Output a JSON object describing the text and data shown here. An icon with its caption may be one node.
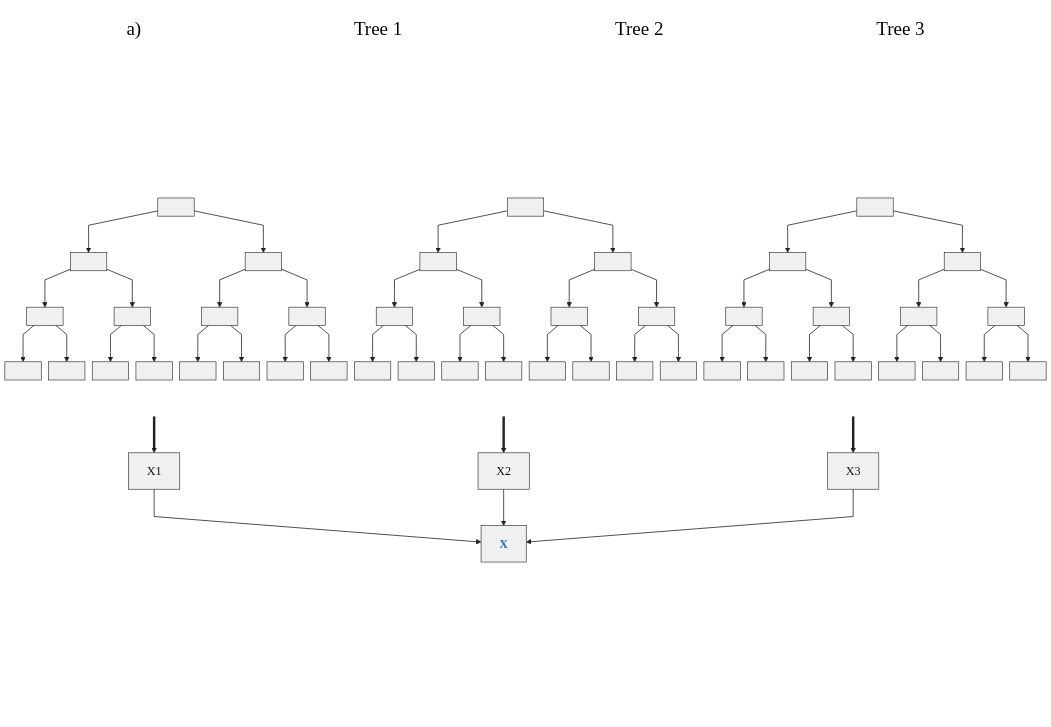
{
  "diagram": {
    "nodes": [
      {
        "text": [],
        "shape": "box"
      },
      {
        "text": [],
        "shape": "box"
      },
      {
        "text": [],
        "shape": "box"
      },
      {
        "text": [],
        "shape": "box"
      },
      {
        "text": [],
        "shape": "box"
      },
      {
        "text": [],
        "shape": "box"
      },
      {
        "text": [],
        "shape": "box"
      },
      {
        "text": [],
        "shape": "box"
      },
      {
        "text": [],
        "shape": "box"
      },
      {
        "text": [],
        "shape": "box"
      },
      {
        "text": [],
        "shape": "box"
      },
      {
        "text": [],
        "shape": "box"
      },
      {
        "text": [],
        "shape": "box"
      },
      {
        "text": [],
        "shape": "box"
      },
      {
        "text": [],
        "shape": "box"
      },
      {
        "text": [],
        "shape": "box"
      },
      {
        "text": [],
        "shape": "box"
      },
      {
        "text": [],
        "shape": "box"
      },
      {
        "text": [],
        "shape": "box"
      },
      {
        "text": [],
        "shape": "box"
      },
      {
        "text": [],
        "shape": "box"
      },
      {
        "text": [],
        "shape": "box"
      },
      {
        "text": [],
        "shape": "box"
      },
      {
        "text": [],
        "shape": "box"
      },
      {
        "text": [],
        "shape": "box"
      },
      {
        "text": [],
        "shape": "box"
      },
      {
        "text": [],
        "shape": "box"
      },
      {
        "text": [],
        "shape": "box"
      },
      {
        "text": [],
        "shape": "box"
      },
      {
        "text": [],
        "shape": "box"
      },
      {
        "text": [],
        "shape": "box"
      },
      {
        "text": [],
        "shape": "box"
      },
      {
        "text": [],
        "shape": "box"
      },
      {
        "text": [],
        "shape": "box"
      },
      {
        "text": [],
        "shape": "box"
      },
      {
        "text": [],
        "shape": "box"
      },
      {
        "text": [],
        "shape": "box"
      },
      {
        "text": [],
        "shape": "box"
      },
      {
        "text": [],
        "shape": "box"
      },
      {
        "text": [],
        "shape": "box"
      },
      {
        "text": [],
        "shape": "box"
      },
      {
        "text": [],
        "shape": "box"
      },
      {
        "text": [],
        "shape": "box"
      },
      {
        "text": [],
        "shape": "box"
      },
      {
        "text": [],
        "shape": "box"
      },
      {
        "text": [
          "X1"
        ]
      },
      {
        "text": [
          "X2"
        ]
      },
      {
        "text": [
          "X3"
        ]
      },
      {
        "text": [
          "X"
        ]
      }
    ],
    "edges": [
      {
        "from": 0,
        "to": 1,
        "arrow": "to"
      },
      {
        "from": 0,
        "to": 2,
        "arrow": "to"
      },
      {
        "from": 1,
        "to": 3,
        "arrow": "to"
      },
      {
        "from": 1,
        "to": 4,
        "arrow": "to"
      },
      {
        "from": 2,
        "to": 5,
        "arrow": "to"
      },
      {
        "from": 2,
        "to": 6,
        "arrow": "to"
      },
      {
        "from": 3,
        "to": 7,
        "arrow": "to"
      },
      {
        "from": 3,
        "to": 8,
        "arrow": "to"
      },
      {
        "from": 4,
        "to": 9,
        "arrow": "to"
      },
      {
        "from": 4,
        "to": 10,
        "arrow": "to"
      },
      {
        "from": 5,
        "to": 11,
        "arrow": "to"
      },
      {
        "from": 5,
        "to": 12,
        "arrow": "to"
      },
      {
        "from": 6,
        "to": 13,
        "arrow": "to"
      },
      {
        "from": 6,
        "to": 14,
        "arrow": "to"
      },
      {
        "from": 15,
        "to": 16,
        "arrow": "to"
      },
      {
        "from": 15,
        "to": 17,
        "arrow": "to"
      },
      {
        "from": 16,
        "to": 18,
        "arrow": "to"
      },
      {
        "from": 16,
        "to": 19,
        "arrow": "to"
      },
      {
        "from": 17,
        "to": 20,
        "arrow": "to"
      },
      {
        "from": 17,
        "to": 21,
        "arrow": "to"
      },
      {
        "from": 18,
        "to": 22,
        "arrow": "to"
      },
      {
        "from": 18,
        "to": 23,
        "arrow": "to"
      },
      {
        "from": 19,
        "to": 24,
        "arrow": "to"
      },
      {
        "from": 19,
        "to": 25,
        "arrow": "to"
      },
      {
        "from": 20,
        "to": 26,
        "arrow": "to"
      },
      {
        "from": 20,
        "to": 27,
        "arrow": "to"
      },
      {
        "from": 21,
        "to": 28,
        "arrow": "to"
      },
      {
        "from": 21,
        "to": 29,
        "arrow": "to"
      },
      {
        "from": 30,
        "to": 31,
        "arrow": "to"
      },
      {
        "from": 30,
        "to": 32,
        "arrow": "to"
      },
      {
        "from": 31,
        "to": 33,
        "arrow": "to"
      },
      {
        "from": 31,
        "to": 34,
        "arrow": "to"
      },
      {
        "from": 32,
        "to": 35,
        "arrow": "to"
      },
      {
        "from": 32,
        "to": 36,
        "arrow": "to"
      },
      {
        "from": 33,
        "to": 37,
        "arrow": "to"
      },
      {
        "from": 33,
        "to": 38,
        "arrow": "to"
      },
      {
        "from": 34,
        "to": 39,
        "arrow": "to"
      },
      {
        "from": 34,
        "to": 40,
        "arrow": "to"
      },
      {
        "from": 35,
        "to": 41,
        "arrow": "to"
      },
      {
        "from": 35,
        "to": 42,
        "arrow": "to"
      },
      {
        "from": 36,
        "to": 43,
        "arrow": "to"
      },
      {
        "from": 36,
        "to": 44,
        "arrow": "to"
      },
      {
        "from": null,
        "to": 45,
        "arrow": "to",
        "style": "thick"
      },
      {
        "from": null,
        "to": 46,
        "arrow": "to",
        "style": "thick"
      },
      {
        "from": null,
        "to": 47,
        "arrow": "to",
        "style": "thick"
      },
      {
        "from": 45,
        "to": 48,
        "arrow": "to"
      },
      {
        "from": 46,
        "to": 48,
        "arrow": "to"
      },
      {
        "from": 47,
        "to": 48,
        "arrow": "to"
      }
    ],
    "labels": [
      "a)",
      "Tree 1",
      "Tree 2",
      "Tree 3"
    ]
  }
}
